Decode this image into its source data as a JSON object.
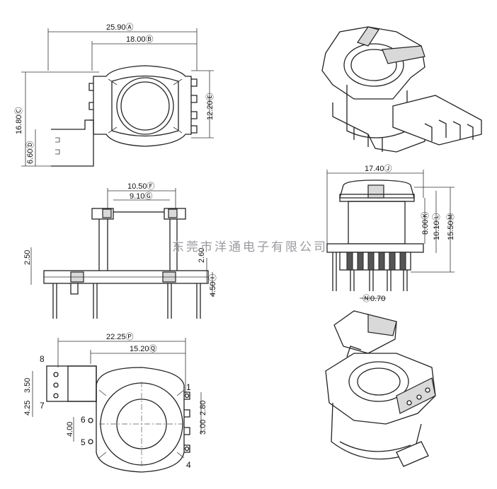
{
  "watermark": "东莞市洋通电子有限公司",
  "top_view": {
    "dim_overall_width": "25.90Ⓐ",
    "dim_flange_width": "18.00Ⓑ",
    "dim_overall_height": "16.80Ⓒ",
    "dim_tab_height": "6.60Ⓓ",
    "dim_pin_span": "12.20Ⓔ"
  },
  "side_view": {
    "dim_outer_width": "10.50Ⓕ",
    "dim_inner_width": "9.10Ⓖ",
    "dim_flange": "2.50",
    "dim_step": "2.60",
    "dim_pin_length": "4.50Ⓘ"
  },
  "front_view": {
    "dim_width": "17.40Ⓙ",
    "dim_winding": "8.00Ⓚ",
    "dim_window": "10.10Ⓛ",
    "dim_height": "15.50Ⓜ",
    "dim_pin_dia": "Ⓝ0.70"
  },
  "bottom_view": {
    "dim_overall_width": "22.25Ⓟ",
    "dim_body_width": "15.20Ⓠ",
    "dim_left_a": "3.50",
    "dim_left_b": "4.25",
    "dim_left_c": "4.00",
    "dim_right_a": "2.80",
    "dim_right_b": "3.00",
    "pin_labels": [
      "1",
      "4",
      "5",
      "6",
      "7",
      "8"
    ]
  }
}
